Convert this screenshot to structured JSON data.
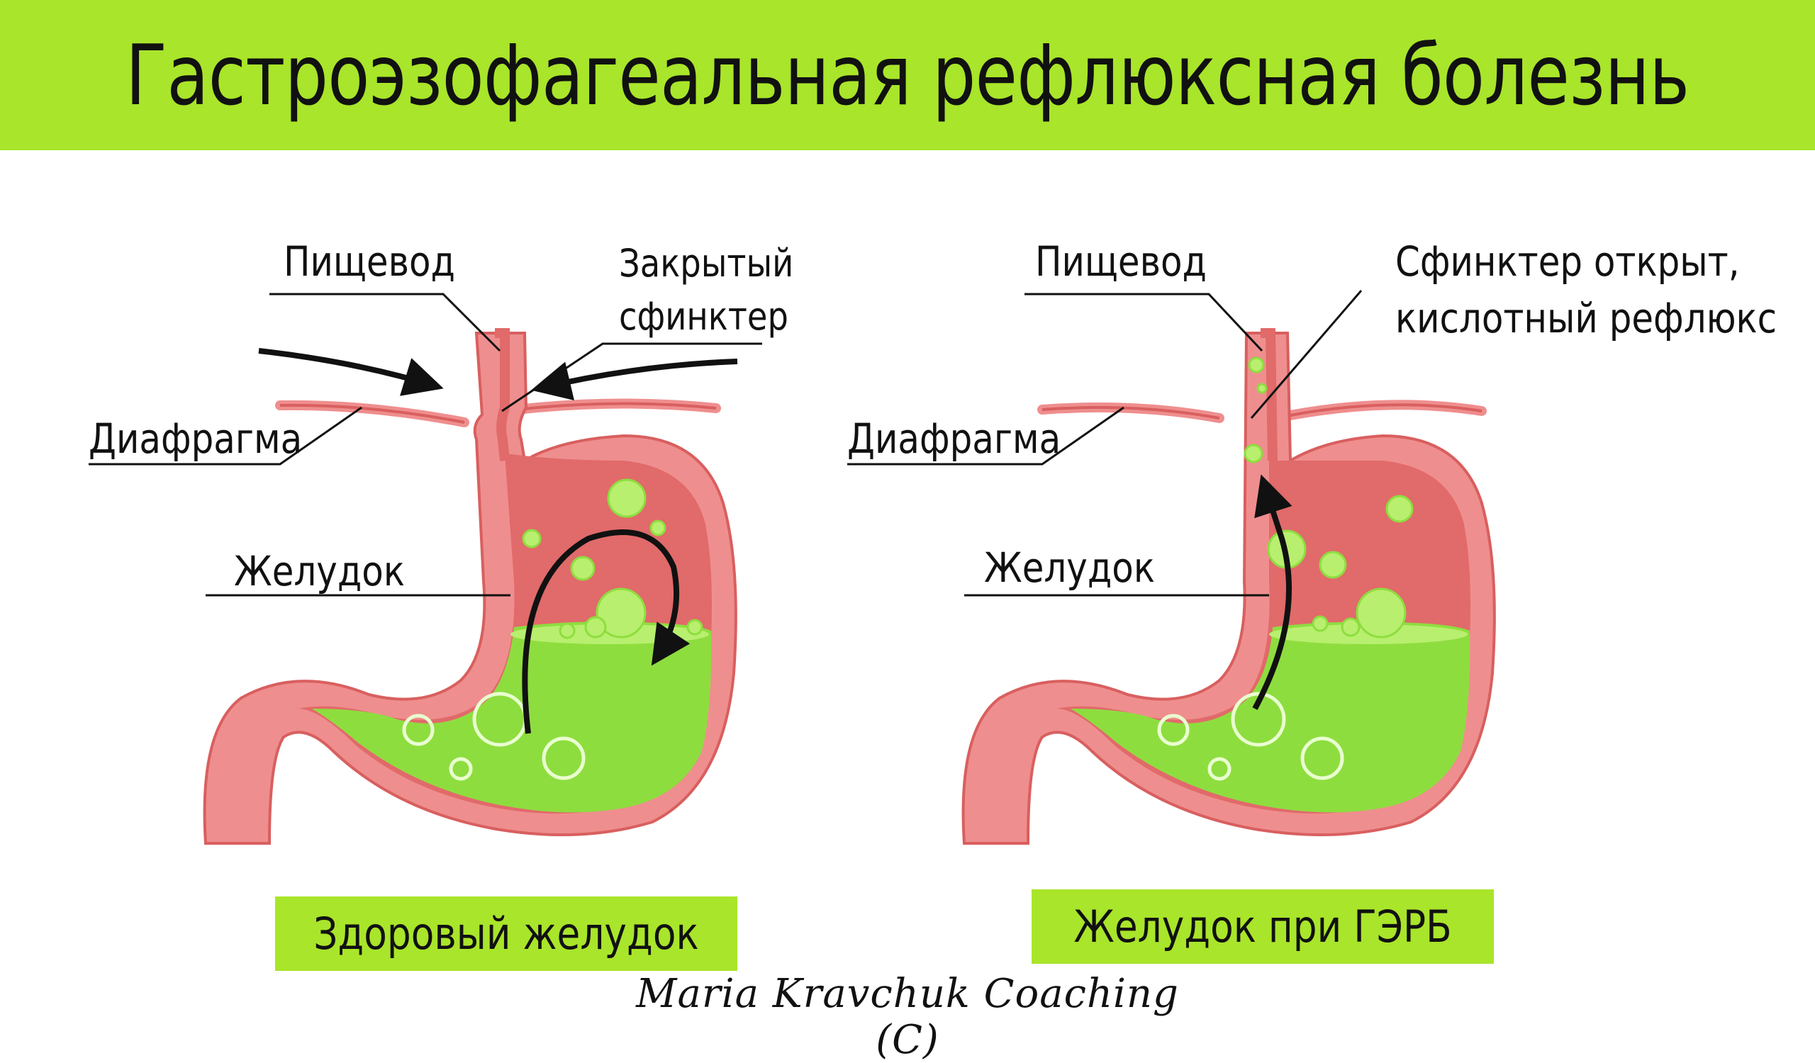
{
  "title": "Гастроэзофагеальная рефлюксная болезнь",
  "left_panel": {
    "esophagus_label": "Пищевод",
    "sphincter_label_line1": "Закрытый",
    "sphincter_label_line2": "сфинктер",
    "diaphragm_label": "Диафрагма",
    "stomach_label": "Желудок",
    "caption": "Здоровый желудок"
  },
  "right_panel": {
    "esophagus_label": "Пищевод",
    "sphincter_label_line1": "Сфинктер открыт,",
    "sphincter_label_line2": "кислотный рефлюкс",
    "diaphragm_label": "Диафрагма",
    "stomach_label": "Желудок",
    "caption": "Желудок при ГЭРБ"
  },
  "signature": "Maria Kravchuk Coaching (C)",
  "colors": {
    "title_bar": "#a9e52a",
    "stomach_wall": "#ef8e8e",
    "stomach_inner": "#e16a6a",
    "acid": "#8edd3f",
    "acid_light": "#b8ef6e",
    "arrow": "#111111"
  }
}
